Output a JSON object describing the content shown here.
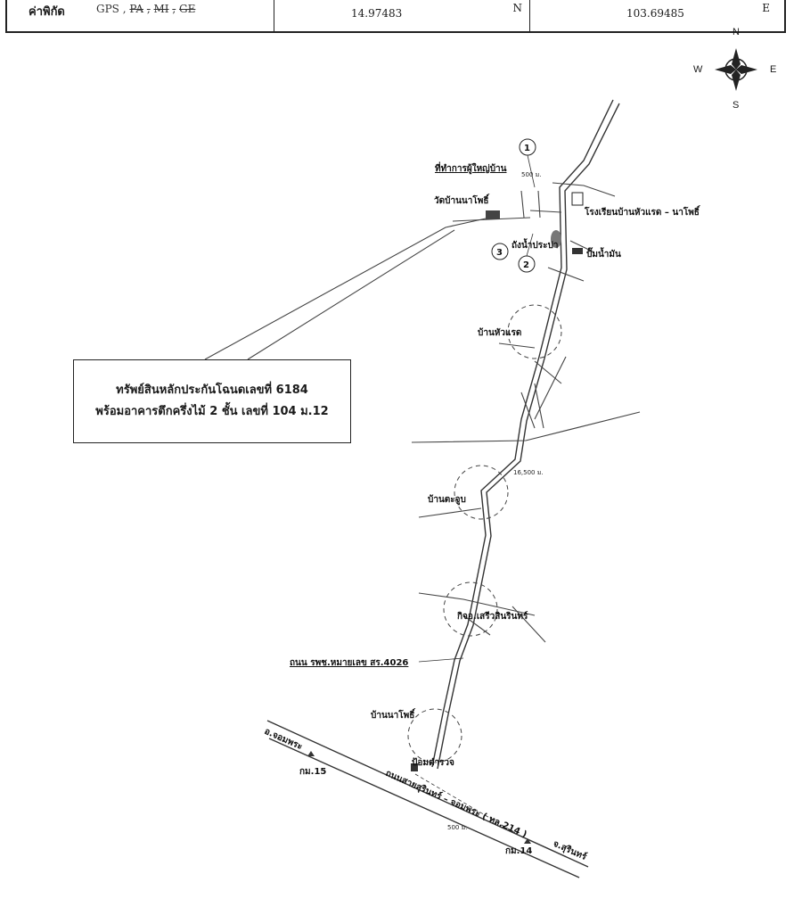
{
  "coordinates": {
    "label": "ค่าพิกัด",
    "methods": [
      "GPS",
      "PA",
      "MI",
      "GE"
    ],
    "method_separator": ",",
    "latitude": "14.97483",
    "latitude_dir": "N",
    "longitude": "103.69485",
    "longitude_dir": "E"
  },
  "compass": {
    "n": "N",
    "s": "S",
    "e": "E",
    "w": "W"
  },
  "callout": {
    "line1": "ทรัพย์สินหลักประกันโฉนดเลขที่ 6184",
    "line2": "พร้อมอาคารตึกครึ่งไม้ 2 ชั้น เลขที่ 104 ม.12"
  },
  "markers": [
    "1",
    "2",
    "3"
  ],
  "places": {
    "headman_office": "ที่ทำการผู้ใหญ่บ้าน",
    "temple": "วัดบ้านนาโพธิ์",
    "school": "โรงเรียนบ้านหัวแรด – นาโพธิ์",
    "water_tower": "ถังน้ำประปา",
    "gas_station": "ปั๊มน้ำมัน",
    "ban_hua_raet": "บ้านหัวแรด",
    "ban_tajup": "บ้านตะจูบ",
    "coop": "กิจอ.เสรีวสินรินทร์",
    "ban_na_pho": "บ้านนาโพธิ์",
    "police_checkpoint": "ป้อมตำรวจ"
  },
  "roads": {
    "rural_road": "ถนน รพช.หมายเลข สร.4026",
    "highway": "ถนนสายสุรินทร์ – จอมพระ ( ทล.214 )"
  },
  "road_ends": {
    "to_chom_phra": "อ.จอมพระ",
    "to_surin": "จ.สุรินทร์"
  },
  "km_markers": {
    "km15": "กม.15",
    "km14": "กม.14"
  },
  "distances": {
    "d500_top": "500 ม.",
    "d16500": "16,500 ม.",
    "d500_bottom": "500 ม."
  }
}
